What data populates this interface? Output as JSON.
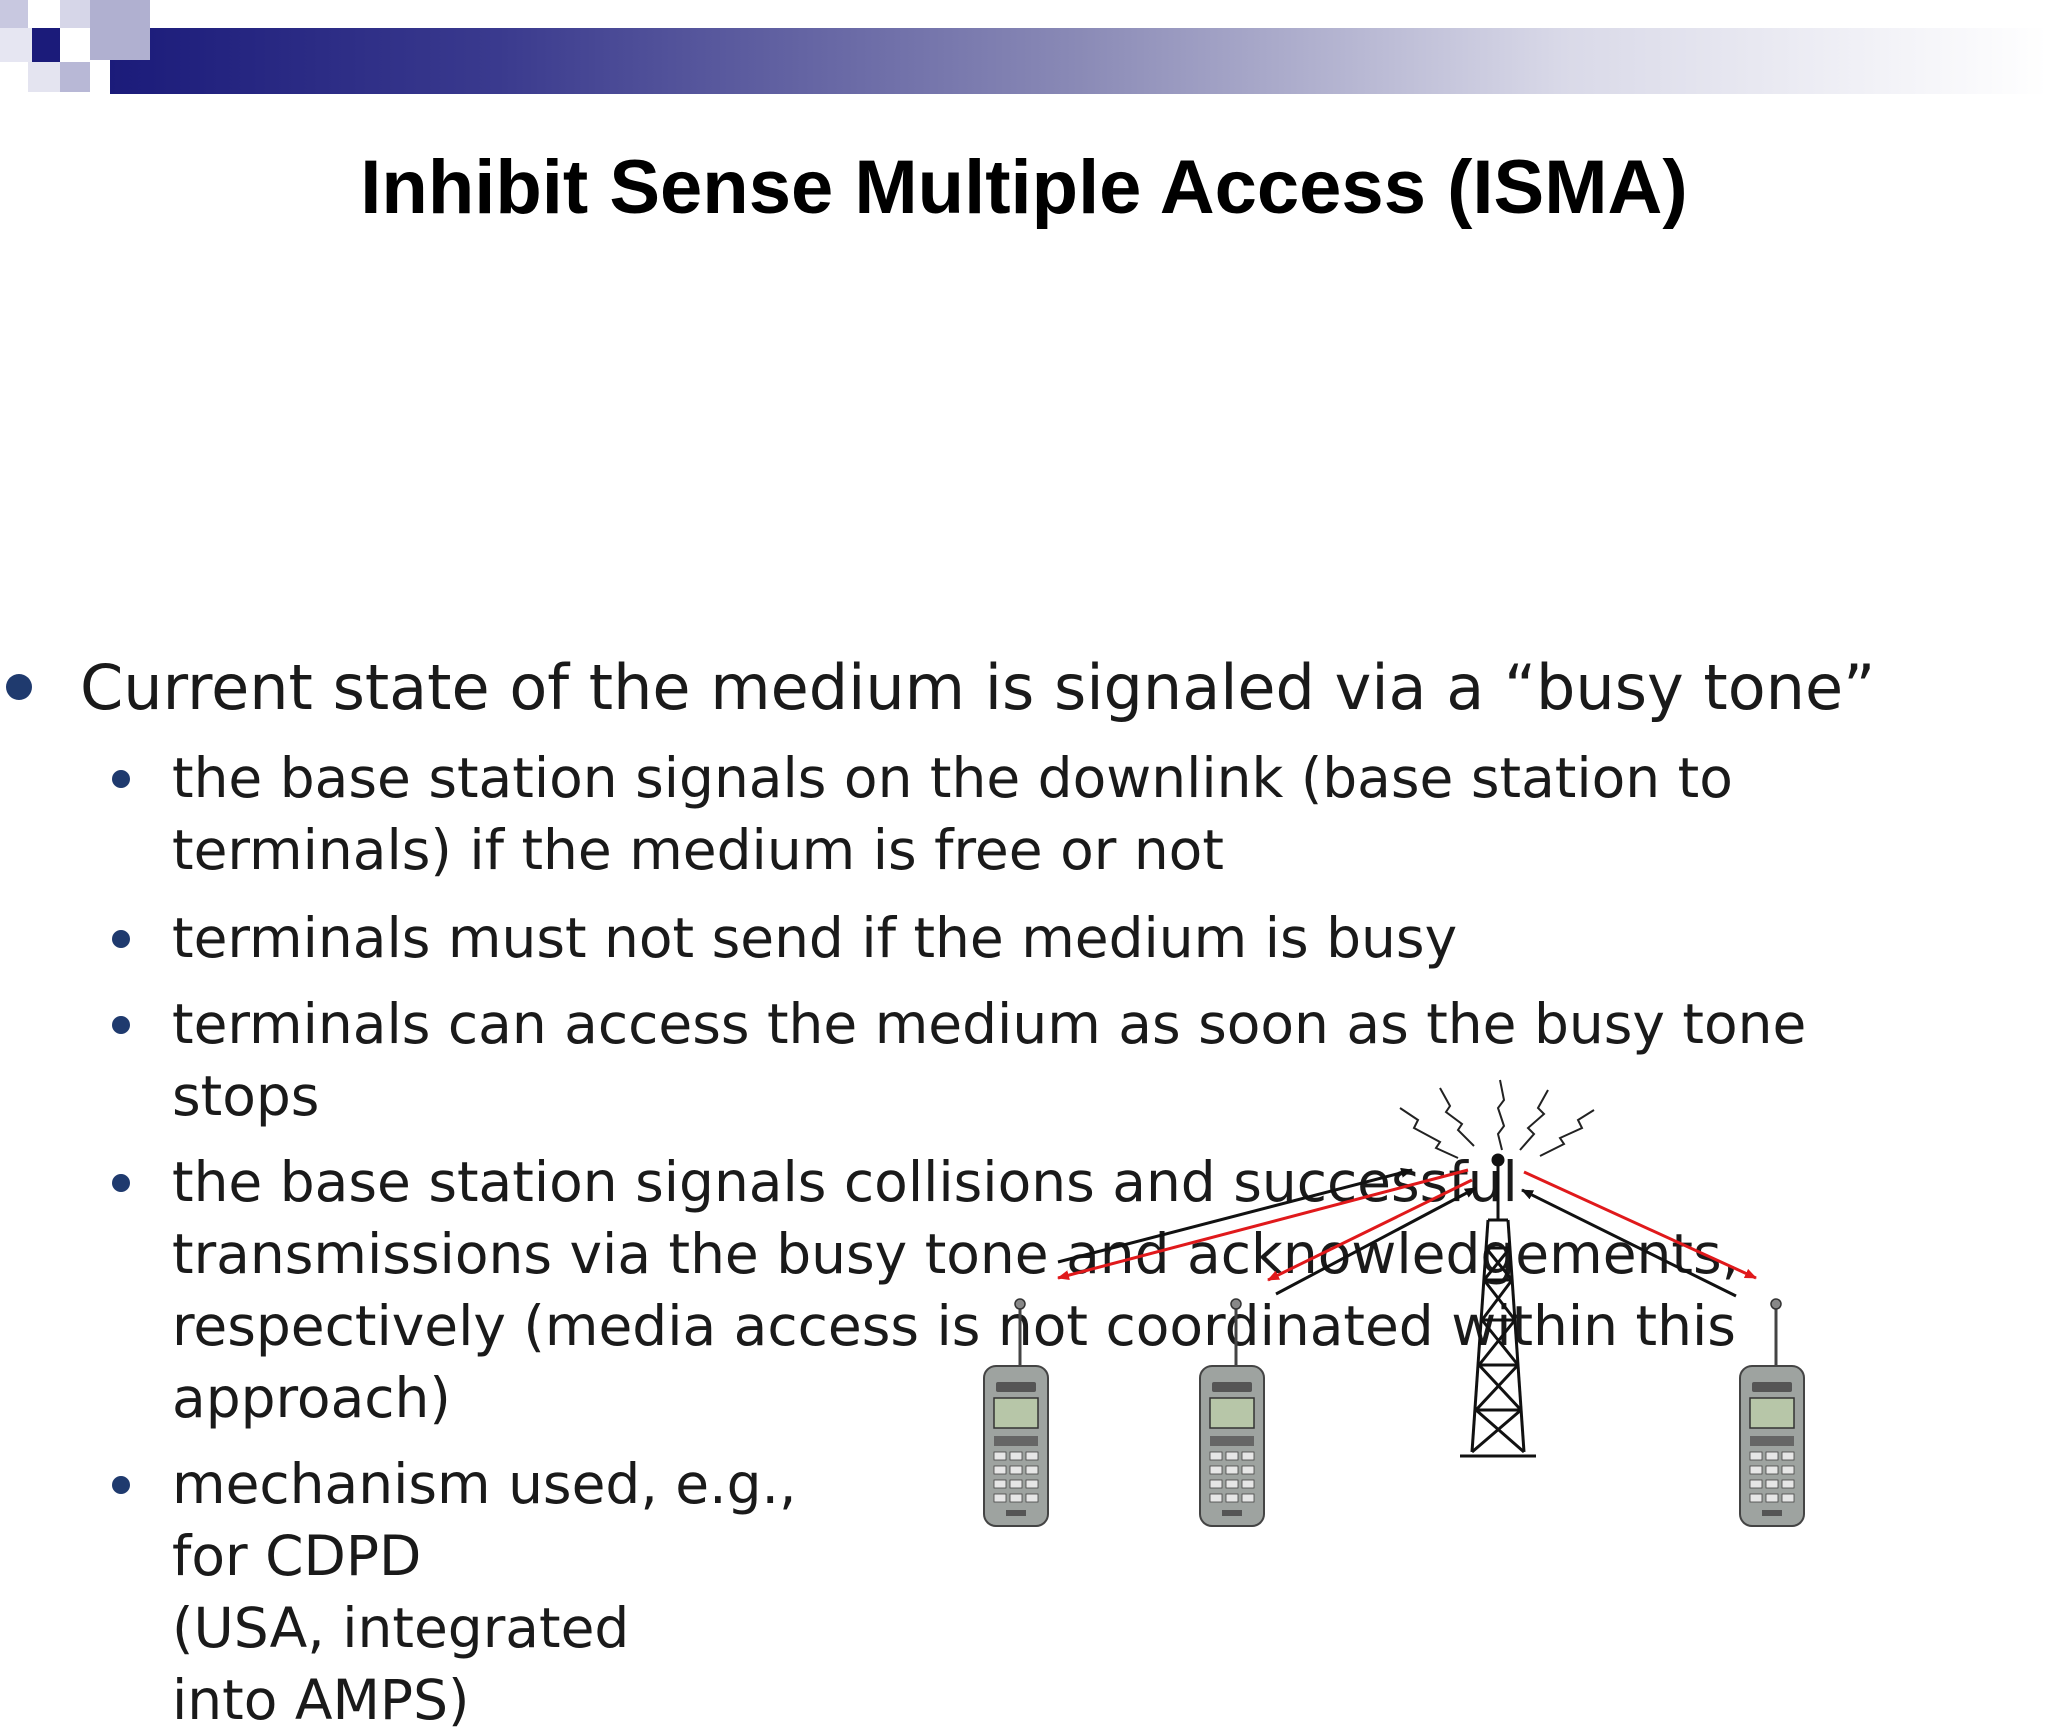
{
  "title": "Inhibit Sense Multiple Access (ISMA)",
  "main_bullet": "Current state of the medium is signaled via a “busy tone”",
  "sub_bullets": [
    "the base station signals on the downlink (base station to\nterminals) if the medium is free or not",
    "terminals must not send if the medium is busy",
    "terminals can access the medium as soon as the busy tone\nstops",
    "the base station signals collisions and successful\ntransmissions via the busy tone and acknowledgements,\nrespectively (media access is not coordinated within this\napproach)",
    "mechanism used, e.g.,\nfor CDPD\n(USA, integrated\ninto AMPS)"
  ],
  "colors": {
    "downlink_arrow": "#e0191b",
    "uplink_arrow": "#111111",
    "bullet": "#1f3a6e"
  },
  "icons": {
    "tower": "base-station-tower-icon",
    "phone": "mobile-phone-icon"
  }
}
